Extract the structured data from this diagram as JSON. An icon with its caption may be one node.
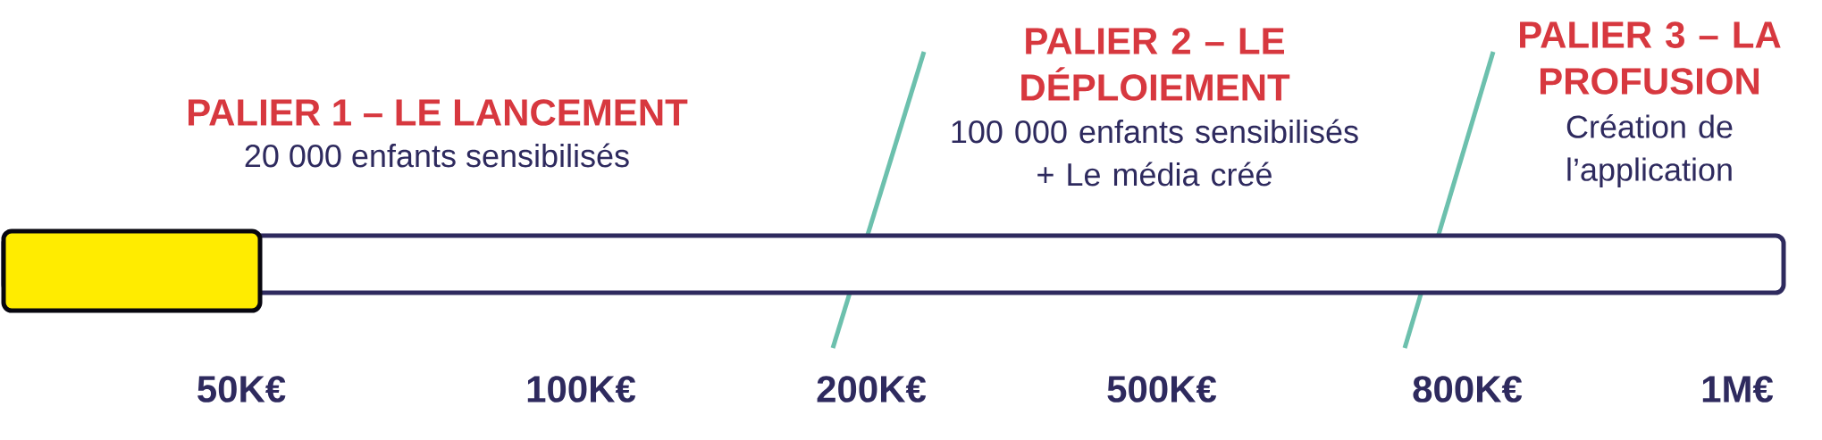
{
  "diagram": {
    "labels": [
      "PALIER 1 – LE LANCEMENT",
      "20 000 enfants sensibilisés",
      "PALIER 2 – LE DÉPLOIEMENT",
      "100 000 enfants sensibilisés + Le média créé",
      "PALIER 3 – LA PROFUSION",
      "Création de l’application",
      "50K€",
      "100K€",
      "200K€",
      "500K€",
      "800K€",
      "1M€"
    ]
  }
}
